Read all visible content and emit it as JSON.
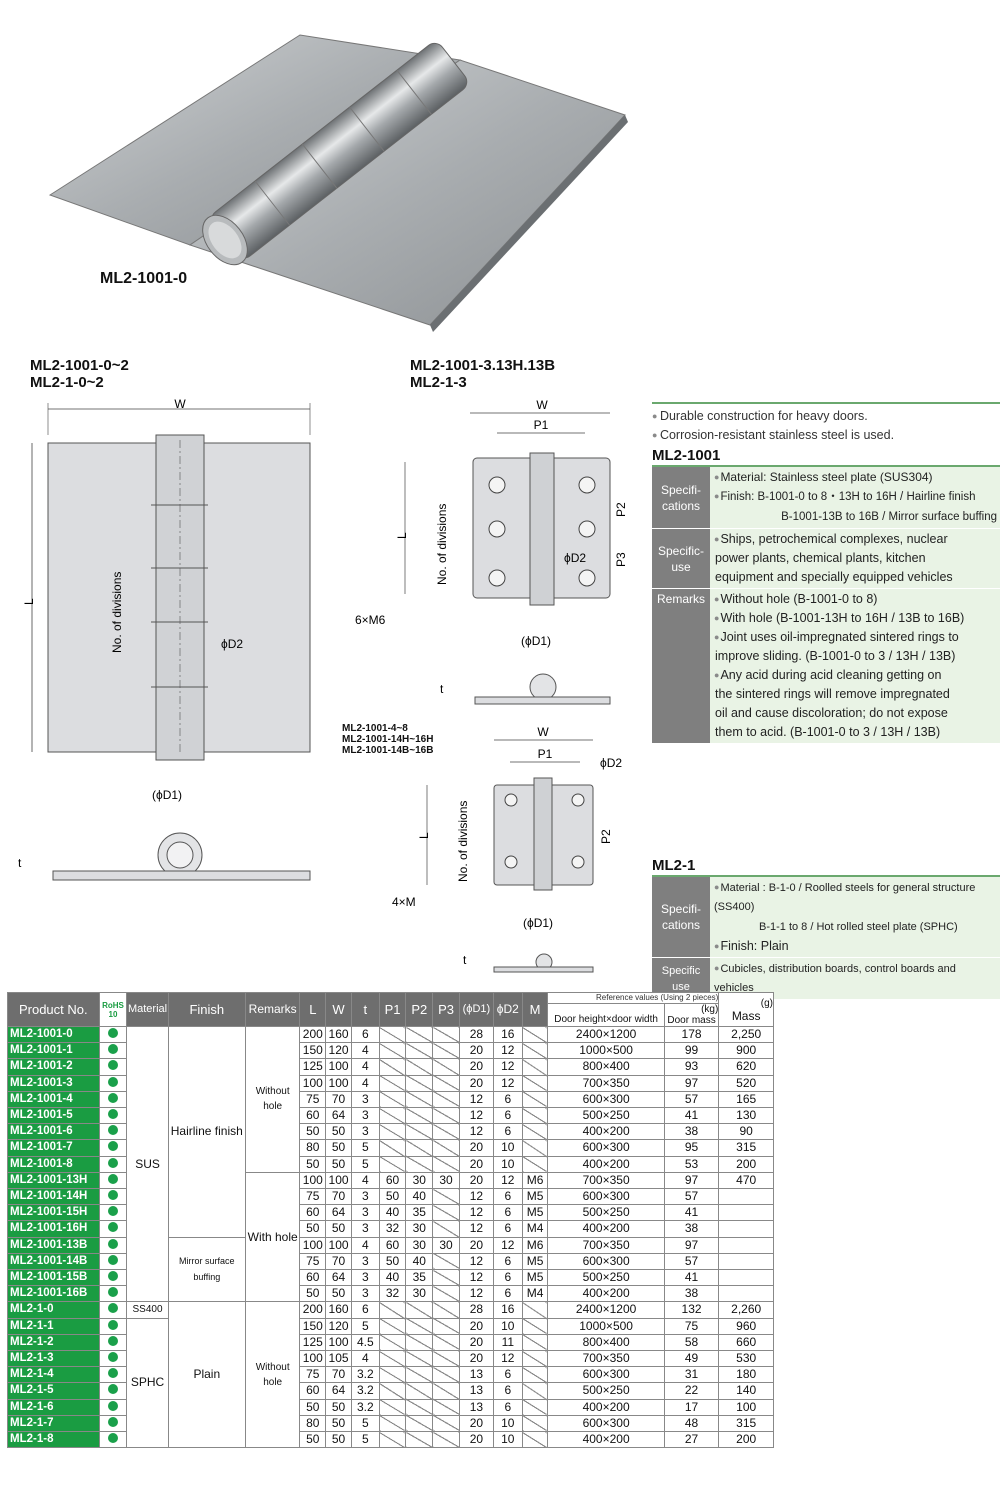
{
  "photo_caption": "ML2-1001-0",
  "drawing1": {
    "title1": "ML2-1001-0~2",
    "title2": "ML2-1-0~2",
    "w": "W",
    "l": "L",
    "divisions": "No. of divisions",
    "d2": "ϕD2",
    "d1": "(ϕD1)",
    "t": "t"
  },
  "drawing2": {
    "title1": "ML2-1001-3.13H.13B",
    "title2": "ML2-1-3",
    "w": "W",
    "p1": "P1",
    "p2": "P2",
    "p3": "P3",
    "l": "L",
    "divisions": "No. of divisions",
    "d2": "ϕD2",
    "screws": "6×M6",
    "d1": "(ϕD1)",
    "t": "t"
  },
  "drawing3": {
    "title1": "ML2-1001-4~8",
    "title2": "ML2-1001-14H~16H",
    "title3": "ML2-1001-14B~16B",
    "w": "W",
    "p1": "P1",
    "p2": "P2",
    "l": "L",
    "divisions": "No. of divisions",
    "d2": "ϕD2",
    "screws": "4×M",
    "d1": "(ϕD1)",
    "t": "t"
  },
  "info": {
    "bullets": [
      "Durable construction for heavy doors.",
      "Corrosion-resistant stainless steel is used."
    ],
    "ml2_1001": {
      "title": "ML2-1001",
      "spec_key": "Specifi-\ncations",
      "spec_lines": [
        "Material: Stainless steel plate (SUS304)",
        "Finish: B-1001-0 to 8・13H to 16H / Hairline finish",
        "B-1001-13B to 16B / Mirror surface buffing"
      ],
      "use_key": "Specific-\nuse",
      "use_lines": [
        "Ships, petrochemical complexes, nuclear",
        "power plants, chemical plants, kitchen",
        "equipment and specially equipped vehicles"
      ],
      "rem_key": "Remarks",
      "rem_lines": [
        "Without hole (B-1001-0 to 8)",
        "With hole (B-1001-13H to 16H / 13B to 16B)",
        "Joint uses oil-impregnated sintered rings to",
        "improve sliding. (B-1001-0 to 3 / 13H / 13B)",
        "Any acid during acid cleaning getting on",
        "the sintered rings will remove impregnated",
        "oil and cause discoloration; do not expose",
        "them to acid. (B-1001-0 to 3 / 13H / 13B)"
      ]
    },
    "ml2_1": {
      "title": "ML2-1",
      "spec_key": "Specifi-\ncations",
      "spec_lines": [
        "Material : B-1-0 / Roolled steels for general structure (SS400)",
        "B-1-1 to 8 / Hot rolled steel plate (SPHC)",
        "Finish: Plain"
      ],
      "use_key": "Specific use",
      "use_line": "Cubicles, distribution boards, control boards and vehicles"
    }
  },
  "table": {
    "headers": {
      "product": "Product No.",
      "rohs": "RoHS 10",
      "material": "Material",
      "finish": "Finish",
      "remarks": "Remarks",
      "L": "L",
      "W": "W",
      "t": "t",
      "P1": "P1",
      "P2": "P2",
      "P3": "P3",
      "D1": "(ϕD1)",
      "D2": "ϕD2",
      "M": "M",
      "ref": "Reference values (Using 2 pieces)",
      "kg": "(kg)",
      "door_hw": "Door height×door width",
      "door_mass": "Door mass",
      "g": "(g)",
      "mass": "Mass"
    },
    "groups": {
      "sus": "SUS",
      "hairline": "Hairline finish",
      "mirror": "Mirror surface buffing",
      "without_hole": "Without hole",
      "with_hole": "With hole",
      "ss400": "SS400",
      "sphc": "SPHC",
      "plain": "Plain",
      "without_hole2": "Without hole"
    },
    "rows": [
      {
        "pn_prefix": "ML2-",
        "pn": "1001-0",
        "L": "200",
        "W": "160",
        "t": "6",
        "P1": "",
        "P2": "",
        "P3": "",
        "D1": "28",
        "D2": "16",
        "M": "",
        "hw": "2400×1200",
        "dm": "178",
        "mass": "2,250"
      },
      {
        "pn_prefix": "ML2-",
        "pn": "1001-1",
        "L": "150",
        "W": "120",
        "t": "4",
        "P1": "",
        "P2": "",
        "P3": "",
        "D1": "20",
        "D2": "12",
        "M": "",
        "hw": "1000×500",
        "dm": "99",
        "mass": "900"
      },
      {
        "pn_prefix": "ML2-",
        "pn": "1001-2",
        "L": "125",
        "W": "100",
        "t": "4",
        "P1": "",
        "P2": "",
        "P3": "",
        "D1": "20",
        "D2": "12",
        "M": "",
        "hw": "800×400",
        "dm": "93",
        "mass": "620"
      },
      {
        "pn_prefix": "ML2-",
        "pn": "1001-3",
        "L": "100",
        "W": "100",
        "t": "4",
        "P1": "",
        "P2": "",
        "P3": "",
        "D1": "20",
        "D2": "12",
        "M": "",
        "hw": "700×350",
        "dm": "97",
        "mass": "520"
      },
      {
        "pn_prefix": "ML2-",
        "pn": "1001-4",
        "L": "75",
        "W": "70",
        "t": "3",
        "P1": "",
        "P2": "",
        "P3": "",
        "D1": "12",
        "D2": "6",
        "M": "",
        "hw": "600×300",
        "dm": "57",
        "mass": "165"
      },
      {
        "pn_prefix": "ML2-",
        "pn": "1001-5",
        "L": "60",
        "W": "64",
        "t": "3",
        "P1": "",
        "P2": "",
        "P3": "",
        "D1": "12",
        "D2": "6",
        "M": "",
        "hw": "500×250",
        "dm": "41",
        "mass": "130"
      },
      {
        "pn_prefix": "ML2-",
        "pn": "1001-6",
        "L": "50",
        "W": "50",
        "t": "3",
        "P1": "",
        "P2": "",
        "P3": "",
        "D1": "12",
        "D2": "6",
        "M": "",
        "hw": "400×200",
        "dm": "38",
        "mass": "90"
      },
      {
        "pn_prefix": "ML2-",
        "pn": "1001-7",
        "L": "80",
        "W": "50",
        "t": "5",
        "P1": "",
        "P2": "",
        "P3": "",
        "D1": "20",
        "D2": "10",
        "M": "",
        "hw": "600×300",
        "dm": "95",
        "mass": "315"
      },
      {
        "pn_prefix": "ML2-",
        "pn": "1001-8",
        "L": "50",
        "W": "50",
        "t": "5",
        "P1": "",
        "P2": "",
        "P3": "",
        "D1": "20",
        "D2": "10",
        "M": "",
        "hw": "400×200",
        "dm": "53",
        "mass": "200"
      },
      {
        "pn_prefix": "ML2-",
        "pn": "1001-13H",
        "L": "100",
        "W": "100",
        "t": "4",
        "P1": "60",
        "P2": "30",
        "P3": "30",
        "D1": "20",
        "D2": "12",
        "M": "M6",
        "hw": "700×350",
        "dm": "97",
        "mass": "470"
      },
      {
        "pn_prefix": "ML2-",
        "pn": "1001-14H",
        "L": "75",
        "W": "70",
        "t": "3",
        "P1": "50",
        "P2": "40",
        "P3": "",
        "D1": "12",
        "D2": "6",
        "M": "M5",
        "hw": "600×300",
        "dm": "57",
        "mass": ""
      },
      {
        "pn_prefix": "ML2-",
        "pn": "1001-15H",
        "L": "60",
        "W": "64",
        "t": "3",
        "P1": "40",
        "P2": "35",
        "P3": "",
        "D1": "12",
        "D2": "6",
        "M": "M5",
        "hw": "500×250",
        "dm": "41",
        "mass": ""
      },
      {
        "pn_prefix": "ML2-",
        "pn": "1001-16H",
        "L": "50",
        "W": "50",
        "t": "3",
        "P1": "32",
        "P2": "30",
        "P3": "",
        "D1": "12",
        "D2": "6",
        "M": "M4",
        "hw": "400×200",
        "dm": "38",
        "mass": ""
      },
      {
        "pn_prefix": "ML2-",
        "pn": "1001-13B",
        "L": "100",
        "W": "100",
        "t": "4",
        "P1": "60",
        "P2": "30",
        "P3": "30",
        "D1": "20",
        "D2": "12",
        "M": "M6",
        "hw": "700×350",
        "dm": "97",
        "mass": ""
      },
      {
        "pn_prefix": "ML2-",
        "pn": "1001-14B",
        "L": "75",
        "W": "70",
        "t": "3",
        "P1": "50",
        "P2": "40",
        "P3": "",
        "D1": "12",
        "D2": "6",
        "M": "M5",
        "hw": "600×300",
        "dm": "57",
        "mass": ""
      },
      {
        "pn_prefix": "ML2-",
        "pn": "1001-15B",
        "L": "60",
        "W": "64",
        "t": "3",
        "P1": "40",
        "P2": "35",
        "P3": "",
        "D1": "12",
        "D2": "6",
        "M": "M5",
        "hw": "500×250",
        "dm": "41",
        "mass": ""
      },
      {
        "pn_prefix": "ML2-",
        "pn": "1001-16B",
        "L": "50",
        "W": "50",
        "t": "3",
        "P1": "32",
        "P2": "30",
        "P3": "",
        "D1": "12",
        "D2": "6",
        "M": "M4",
        "hw": "400×200",
        "dm": "38",
        "mass": ""
      },
      {
        "pn_prefix": "ML2-",
        "pn": "1-0",
        "L": "200",
        "W": "160",
        "t": "6",
        "P1": "",
        "P2": "",
        "P3": "",
        "D1": "28",
        "D2": "16",
        "M": "",
        "hw": "2400×1200",
        "dm": "132",
        "mass": "2,260"
      },
      {
        "pn_prefix": "ML2-",
        "pn": "1-1",
        "L": "150",
        "W": "120",
        "t": "5",
        "P1": "",
        "P2": "",
        "P3": "",
        "D1": "20",
        "D2": "10",
        "M": "",
        "hw": "1000×500",
        "dm": "75",
        "mass": "960"
      },
      {
        "pn_prefix": "ML2-",
        "pn": "1-2",
        "L": "125",
        "W": "100",
        "t": "4.5",
        "P1": "",
        "P2": "",
        "P3": "",
        "D1": "20",
        "D2": "11",
        "M": "",
        "hw": "800×400",
        "dm": "58",
        "mass": "660"
      },
      {
        "pn_prefix": "ML2-",
        "pn": "1-3",
        "L": "100",
        "W": "105",
        "t": "4",
        "P1": "",
        "P2": "",
        "P3": "",
        "D1": "20",
        "D2": "12",
        "M": "",
        "hw": "700×350",
        "dm": "49",
        "mass": "530"
      },
      {
        "pn_prefix": "ML2-",
        "pn": "1-4",
        "L": "75",
        "W": "70",
        "t": "3.2",
        "P1": "",
        "P2": "",
        "P3": "",
        "D1": "13",
        "D2": "6",
        "M": "",
        "hw": "600×300",
        "dm": "31",
        "mass": "180"
      },
      {
        "pn_prefix": "ML2-",
        "pn": "1-5",
        "L": "60",
        "W": "64",
        "t": "3.2",
        "P1": "",
        "P2": "",
        "P3": "",
        "D1": "13",
        "D2": "6",
        "M": "",
        "hw": "500×250",
        "dm": "22",
        "mass": "140"
      },
      {
        "pn_prefix": "ML2-",
        "pn": "1-6",
        "L": "50",
        "W": "50",
        "t": "3.2",
        "P1": "",
        "P2": "",
        "P3": "",
        "D1": "13",
        "D2": "6",
        "M": "",
        "hw": "400×200",
        "dm": "17",
        "mass": "100"
      },
      {
        "pn_prefix": "ML2-",
        "pn": "1-7",
        "L": "80",
        "W": "50",
        "t": "5",
        "P1": "",
        "P2": "",
        "P3": "",
        "D1": "20",
        "D2": "10",
        "M": "",
        "hw": "600×300",
        "dm": "48",
        "mass": "315"
      },
      {
        "pn_prefix": "ML2-",
        "pn": "1-8",
        "L": "50",
        "W": "50",
        "t": "5",
        "P1": "",
        "P2": "",
        "P3": "",
        "D1": "20",
        "D2": "10",
        "M": "",
        "hw": "400×200",
        "dm": "27",
        "mass": "200"
      }
    ]
  },
  "colors": {
    "green": "#1a9c42",
    "header_gray": "#6e6e6e",
    "spec_bg": "#e9f3e5"
  }
}
